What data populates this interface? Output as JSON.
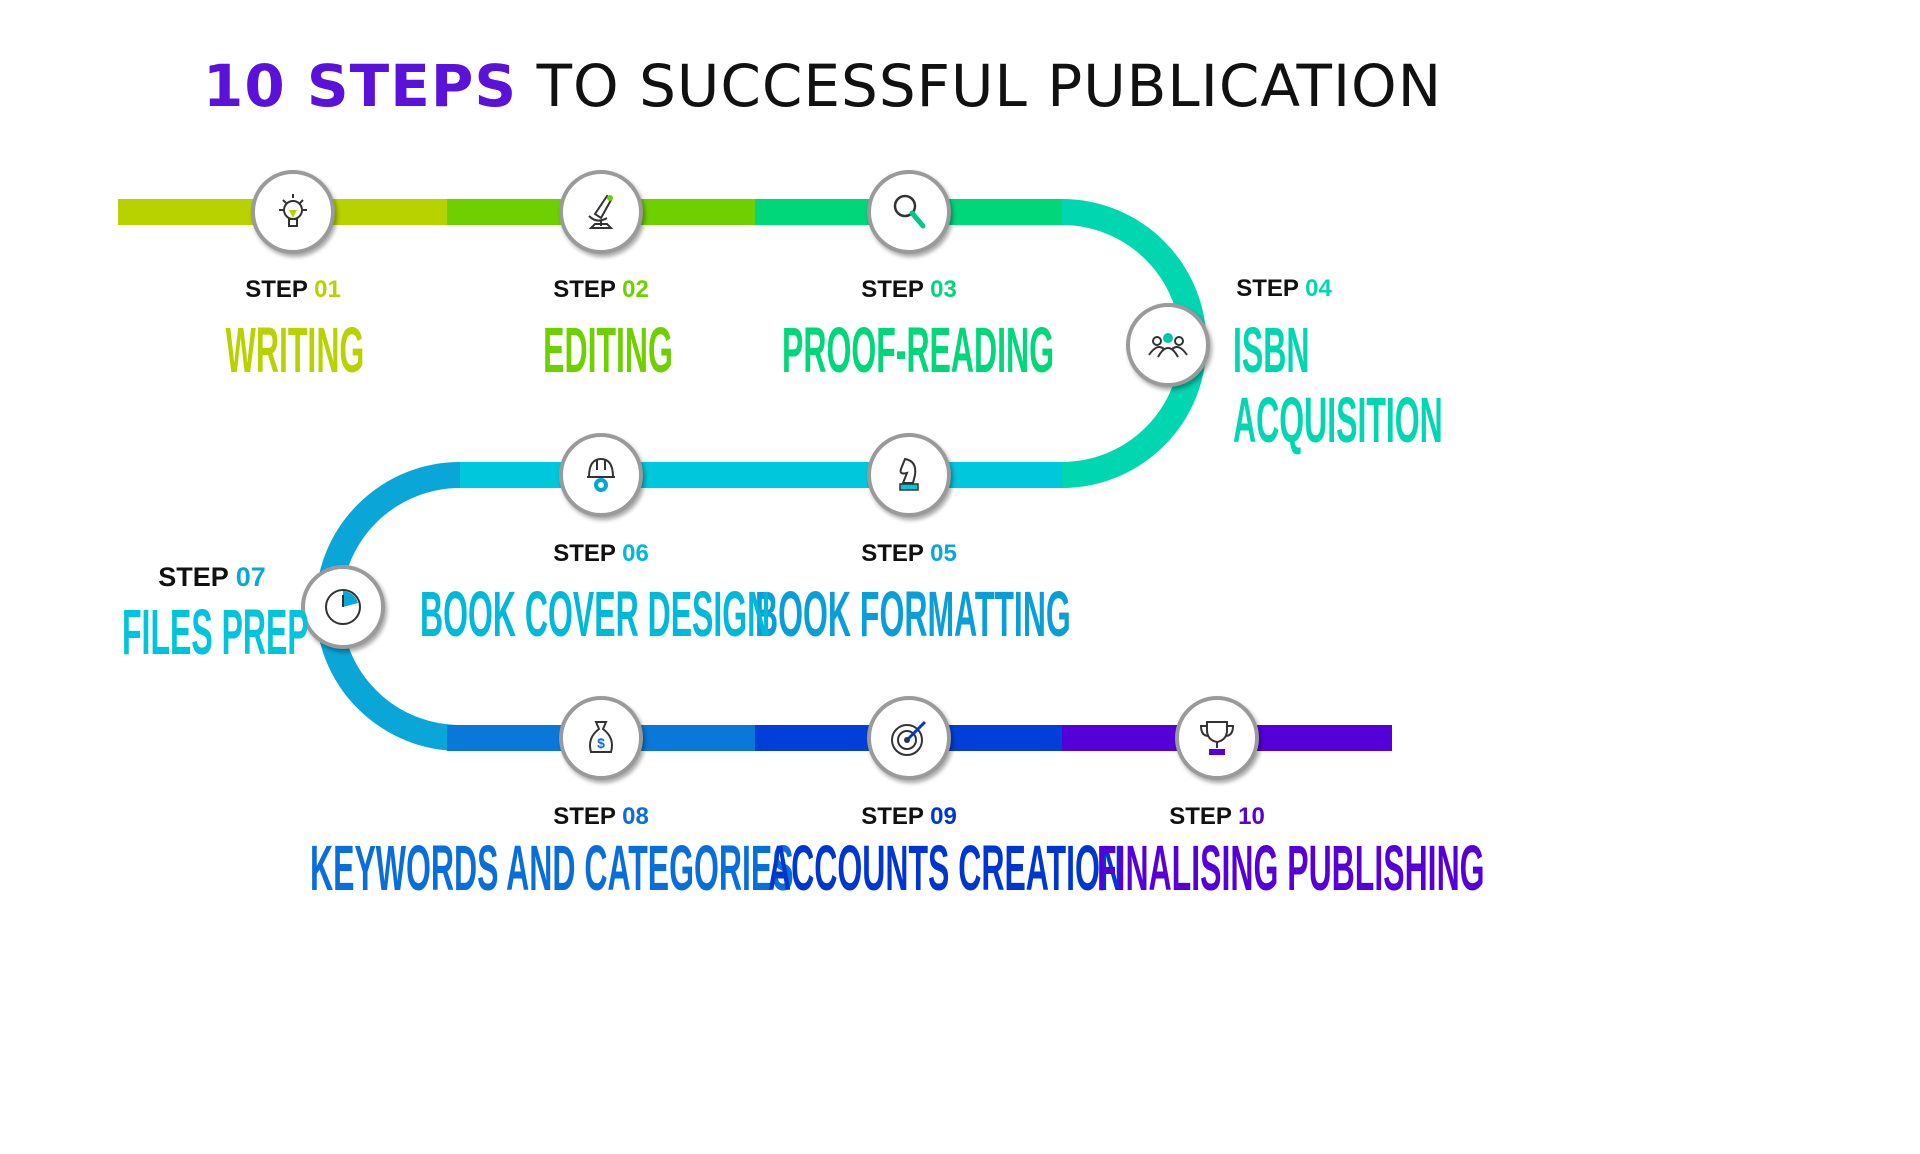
{
  "title": {
    "highlight": "10 STEPS",
    "rest": " TO SUCCESSFUL PUBLICATION"
  },
  "colors": {
    "title_accent": "#5a12d8",
    "seg1": "#b8d200",
    "seg2": "#6fd000",
    "seg3": "#00d67a",
    "curve1": "#00d6b0",
    "mid": "#00c8dc",
    "mid_left": "#0aa6d8",
    "seg8": "#0a78d8",
    "seg9": "#0040d8",
    "seg10": "#5500d8"
  },
  "steps": [
    {
      "word": "STEP",
      "num": "01",
      "label": "WRITING",
      "icon": "lightbulb-icon",
      "color": "#b8d200"
    },
    {
      "word": "STEP",
      "num": "02",
      "label": "EDITING",
      "icon": "microscope-icon",
      "color": "#6fd000"
    },
    {
      "word": "STEP",
      "num": "03",
      "label": "PROOF-READING",
      "icon": "magnifier-icon",
      "color": "#00d67a"
    },
    {
      "word": "STEP",
      "num": "04",
      "label": "ISBN",
      "label2": "ACQUISITION",
      "icon": "people-icon",
      "color": "#00d6b0"
    },
    {
      "word": "STEP",
      "num": "05",
      "label": "BOOK FORMATTING",
      "icon": "chess-knight-icon",
      "color": "#0a9ed8"
    },
    {
      "word": "STEP",
      "num": "06",
      "label": "BOOK COVER DESIGN",
      "icon": "helmet-gear-icon",
      "color": "#00b8d8"
    },
    {
      "word": "STEP",
      "num": "07",
      "label": "FILES PREP",
      "icon": "clock-icon",
      "color": "#00c4dc"
    },
    {
      "word": "STEP",
      "num": "08",
      "label": "KEYWORDS AND CATEGORIES",
      "icon": "money-bag-icon",
      "color": "#0a6ed8"
    },
    {
      "word": "STEP",
      "num": "09",
      "label": "ACCOUNTS CREATION",
      "icon": "target-icon",
      "color": "#0036d0"
    },
    {
      "word": "STEP",
      "num": "10",
      "label": "FINALISING PUBLISHING",
      "icon": "trophy-icon",
      "color": "#5500d8"
    }
  ]
}
